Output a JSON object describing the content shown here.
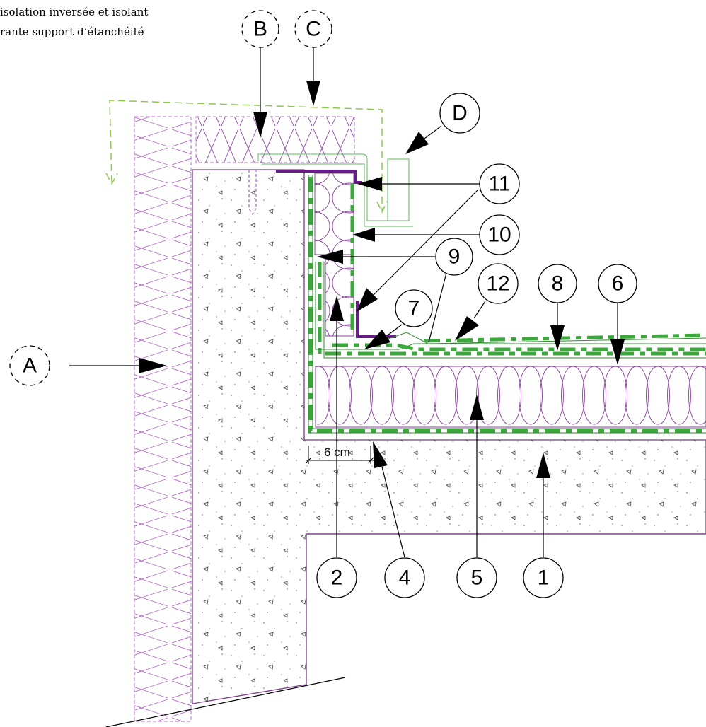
{
  "caption": {
    "line1": "isolation inversée et isolant",
    "line2": "rante support d’étanchéité"
  },
  "dimension": "6 cm",
  "labels": {
    "A": "A",
    "B": "B",
    "C": "C",
    "D": "D",
    "n1": "1",
    "n2": "2",
    "n4": "4",
    "n5": "5",
    "n6": "6",
    "n7": "7",
    "n8": "8",
    "n9": "9",
    "n10": "10",
    "n11": "11",
    "n12": "12"
  },
  "colors": {
    "membrane": "#3aa83a",
    "insulation": "#8a3fa0",
    "metal_flashing": "#6a1b8a",
    "ite_dashed": "#8cc84b"
  }
}
